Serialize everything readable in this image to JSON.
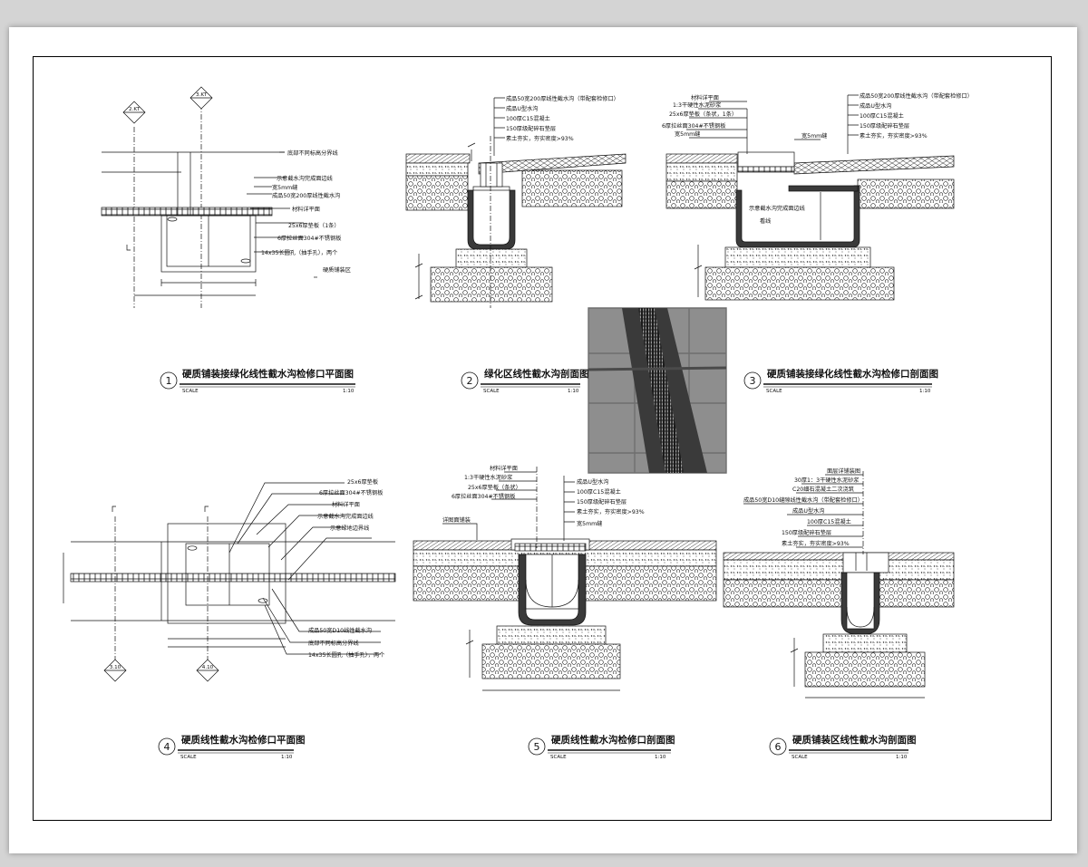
{
  "titles": {
    "d1": "硬质铺装接绿化线性截水沟检修口平面图",
    "d2": "绿化区线性截水沟剖面图",
    "d3": "硬质铺装接绿化线性截水沟检修口剖面图",
    "d4": "硬质线性截水沟检修口平面图",
    "d5": "硬质线性截水沟检修口剖面图",
    "d6": "硬质铺装区线性截水沟剖面图"
  },
  "numbers": {
    "d1": "1",
    "d2": "2",
    "d3": "3",
    "d4": "4",
    "d5": "5",
    "d6": "6"
  },
  "scale_label": "SCALE",
  "scale_value": "1:10",
  "axis_labels": {
    "a1": "2.KT",
    "a2": "3.KT",
    "a3": "3.10",
    "a4": "4.10"
  },
  "notes_d1": [
    "底部不同标高分界线",
    "示意截水沟完成面边线",
    "宽5mm缝",
    "成品50宽200厚线性截水沟",
    "材料详平面",
    "25x6厚垫板（1条）",
    "6厚拉丝面304#不锈钢板",
    "14x35长圆孔（抽手孔），两个",
    "硬质铺装区"
  ],
  "notes_d2": [
    "成品50宽200厚线性截水沟（带配套检修口）",
    "成品U型水沟",
    "100厚C15混凝土",
    "150厚级配碎石垫层",
    "素土夯实，夯实密度>93%"
  ],
  "notes_d3_left": [
    "材料详平面",
    "1:3干硬性水泥砂浆",
    "25x6厚垫板（条状，1条）",
    "6厚拉丝面304#不锈钢板",
    "宽5mm缝"
  ],
  "notes_d3_right": [
    "成品50宽200厚线性截水沟（带配套检修口）",
    "成品U型水沟",
    "100厚C15混凝土",
    "150厚级配碎石垫层",
    "素土夯实，夯实密度>93%"
  ],
  "notes_d3_mid": [
    "宽5mm缝",
    "示意截水沟完成面边线",
    "看线"
  ],
  "notes_d4": [
    "25x6厚垫板",
    "6厚拉丝面304#不锈钢板",
    "材料详平面",
    "示意截水沟完成面边线",
    "示意绿地边界线",
    "成品50宽D10线性截水沟",
    "底部不同标高分界线",
    "14x35长圆孔（抽手孔），两个"
  ],
  "notes_d5_left": [
    "材料详平面",
    "1:3干硬性水泥砂浆",
    "25x6厚垫板（条状）",
    "6厚拉丝面304#不锈钢板"
  ],
  "notes_d5_right": [
    "成品U型水沟",
    "100厚C15混凝土",
    "150厚级配碎石垫层",
    "素土夯实，夯实密度>93%",
    "宽5mm缝"
  ],
  "note_d5_side": "详图面铺装",
  "notes_d6": [
    "面层详铺装图",
    "30厚1：3干硬性水泥砂浆",
    "C20细石混凝土二次浇筑",
    "成品50宽D10缝隙线性截水沟（带配套检修口）",
    "成品U型水沟",
    "100厚C15混凝土",
    "150厚级配碎石垫层",
    "素土夯实，夯实密度>93%"
  ],
  "colors": {
    "line": "#111111",
    "paper": "#ffffff",
    "bg": "#d4d4d4",
    "photo_dark": "#3a3a3a",
    "photo_light": "#8e8e8e"
  }
}
